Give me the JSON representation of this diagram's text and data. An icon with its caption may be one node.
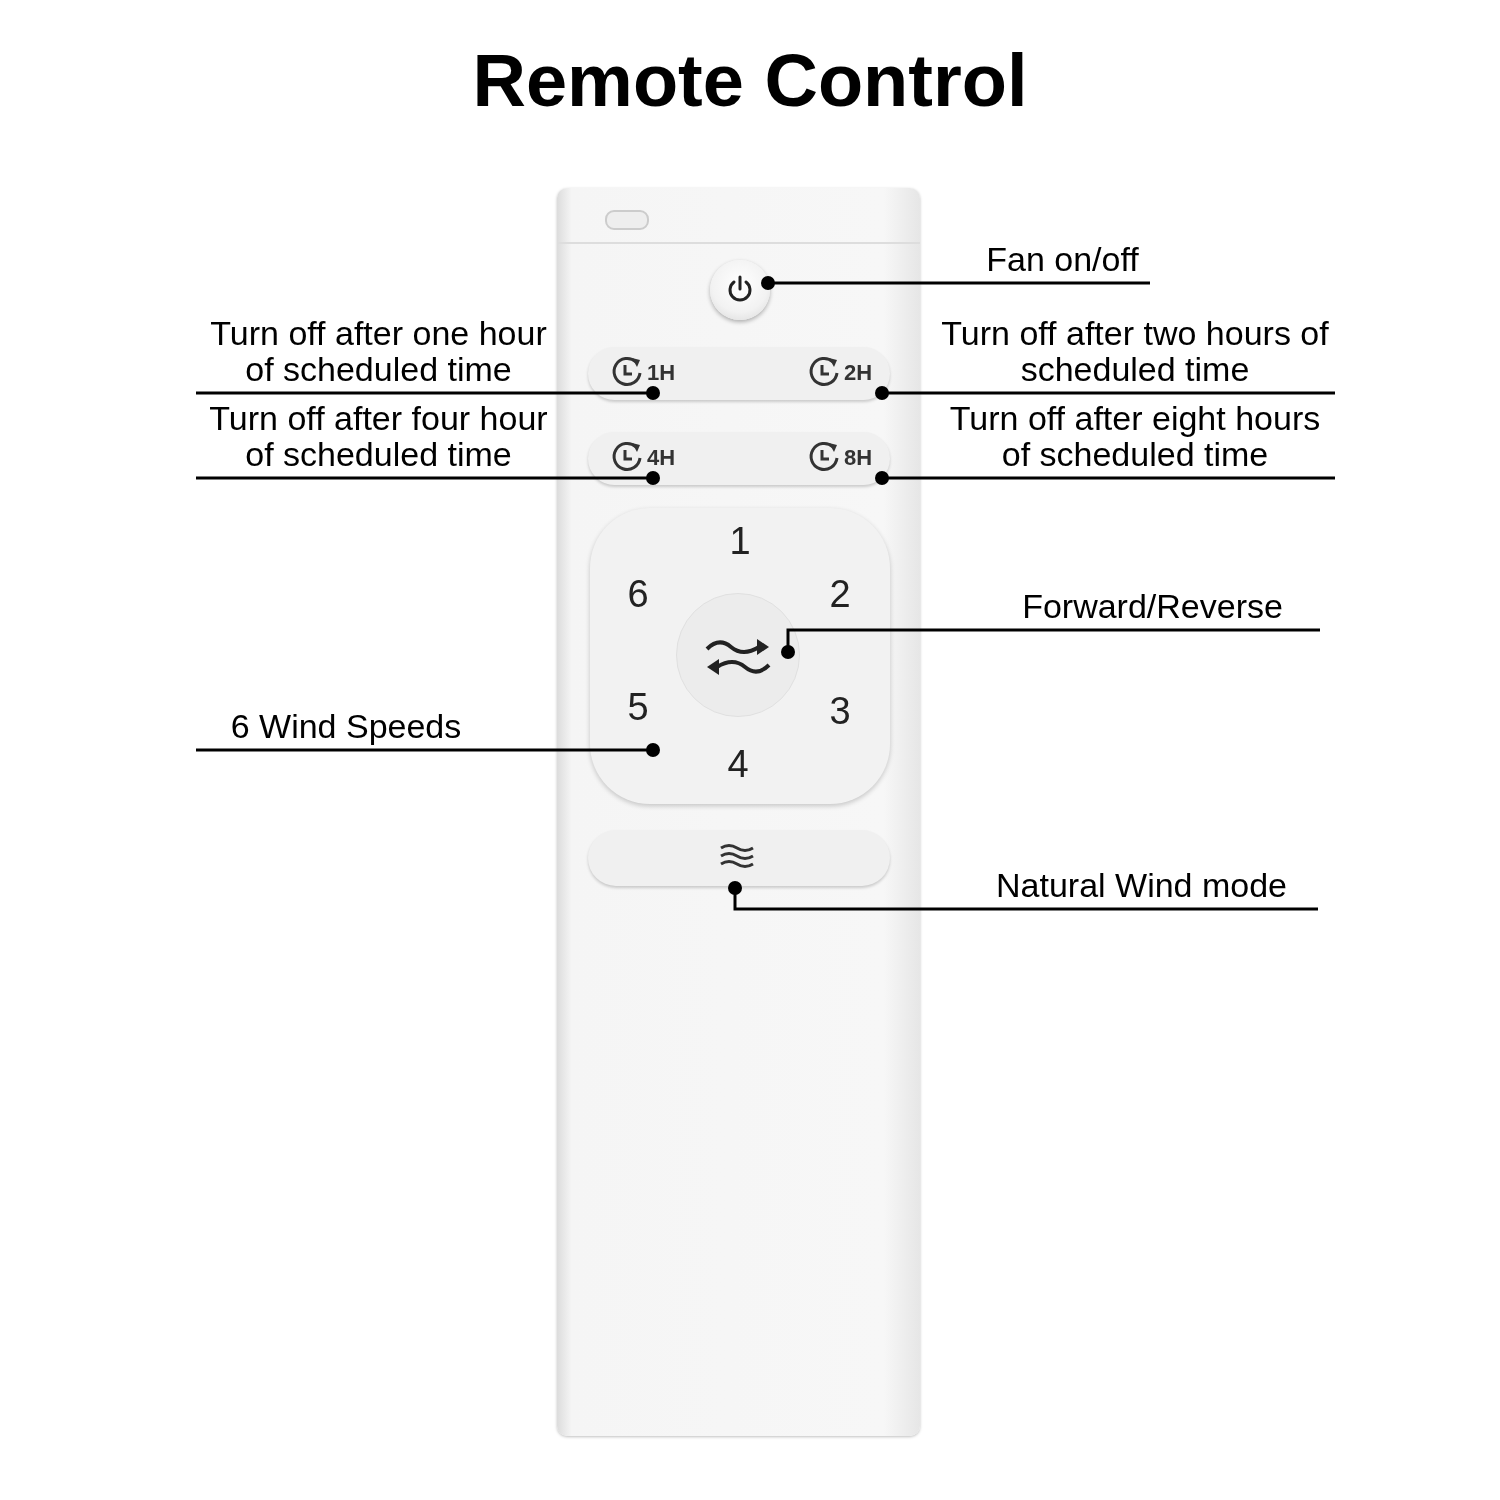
{
  "diagram": {
    "title": "Remote Control",
    "nodes": [
      {
        "text": [],
        "shape": "box"
      },
      {
        "text": [],
        "shape": "circle",
        "in": 0
      },
      {
        "text": [],
        "shape": "bar",
        "in": 0
      },
      {
        "text": [
          "1H"
        ],
        "in": 2
      },
      {
        "text": [
          "2H"
        ],
        "in": 2
      },
      {
        "text": [],
        "shape": "bar",
        "in": 0
      },
      {
        "text": [
          "4H"
        ],
        "in": 5
      },
      {
        "text": [
          "8H"
        ],
        "in": 5
      },
      {
        "text": [
          "1",
          "6",
          "2",
          "5",
          "3",
          "4"
        ],
        "in": 0
      },
      {
        "text": [],
        "shape": "circle",
        "in": 8
      },
      {
        "text": [],
        "shape": "bar",
        "in": 0
      },
      {
        "text": [
          "Fan on/off"
        ]
      },
      {
        "text": [
          "Turn off after one hour of scheduled time"
        ]
      },
      {
        "text": [
          "Turn off after two hours of scheduled time"
        ]
      },
      {
        "text": [
          "Turn off after four hour of scheduled time"
        ]
      },
      {
        "text": [
          "Turn off after eight hours of scheduled time"
        ]
      },
      {
        "text": [
          "Forward/Reverse"
        ]
      },
      {
        "text": [
          "6 Wind Speeds"
        ]
      },
      {
        "text": [
          "Natural Wind mode"
        ]
      }
    ],
    "edges": [
      {
        "from": 11,
        "to": 1,
        "arrow": "other"
      },
      {
        "from": 12,
        "to": 3,
        "arrow": "other"
      },
      {
        "from": 13,
        "to": 4,
        "arrow": "other"
      },
      {
        "from": 14,
        "to": 6,
        "arrow": "other"
      },
      {
        "from": 15,
        "to": 7,
        "arrow": "other"
      },
      {
        "from": 16,
        "to": 9,
        "arrow": "other"
      },
      {
        "from": 17,
        "to": 8,
        "arrow": "other"
      },
      {
        "from": 18,
        "to": 10,
        "arrow": "other"
      }
    ]
  }
}
